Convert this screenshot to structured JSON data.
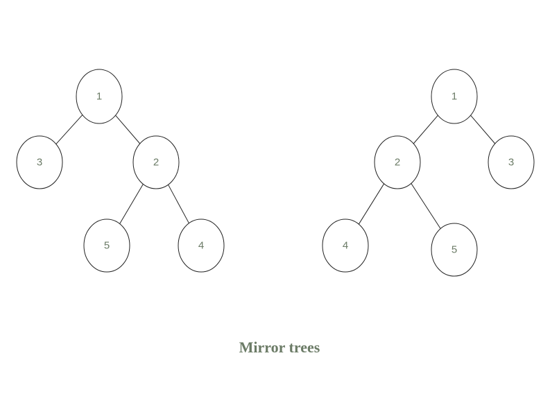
{
  "caption": "Mirror trees",
  "colors": {
    "label": "#6b7b66",
    "caption": "#6b7b66",
    "stroke": "#222222"
  },
  "trees": [
    {
      "nodes": [
        {
          "id": "a1",
          "label": "1"
        },
        {
          "id": "a3",
          "label": "3"
        },
        {
          "id": "a2",
          "label": "2"
        },
        {
          "id": "a5",
          "label": "5"
        },
        {
          "id": "a4",
          "label": "4"
        }
      ],
      "edges": [
        [
          "a1",
          "a3"
        ],
        [
          "a1",
          "a2"
        ],
        [
          "a2",
          "a5"
        ],
        [
          "a2",
          "a4"
        ]
      ]
    },
    {
      "nodes": [
        {
          "id": "b1",
          "label": "1"
        },
        {
          "id": "b2",
          "label": "2"
        },
        {
          "id": "b3",
          "label": "3"
        },
        {
          "id": "b4",
          "label": "4"
        },
        {
          "id": "b5",
          "label": "5"
        }
      ],
      "edges": [
        [
          "b1",
          "b2"
        ],
        [
          "b1",
          "b3"
        ],
        [
          "b2",
          "b4"
        ],
        [
          "b2",
          "b5"
        ]
      ]
    }
  ]
}
